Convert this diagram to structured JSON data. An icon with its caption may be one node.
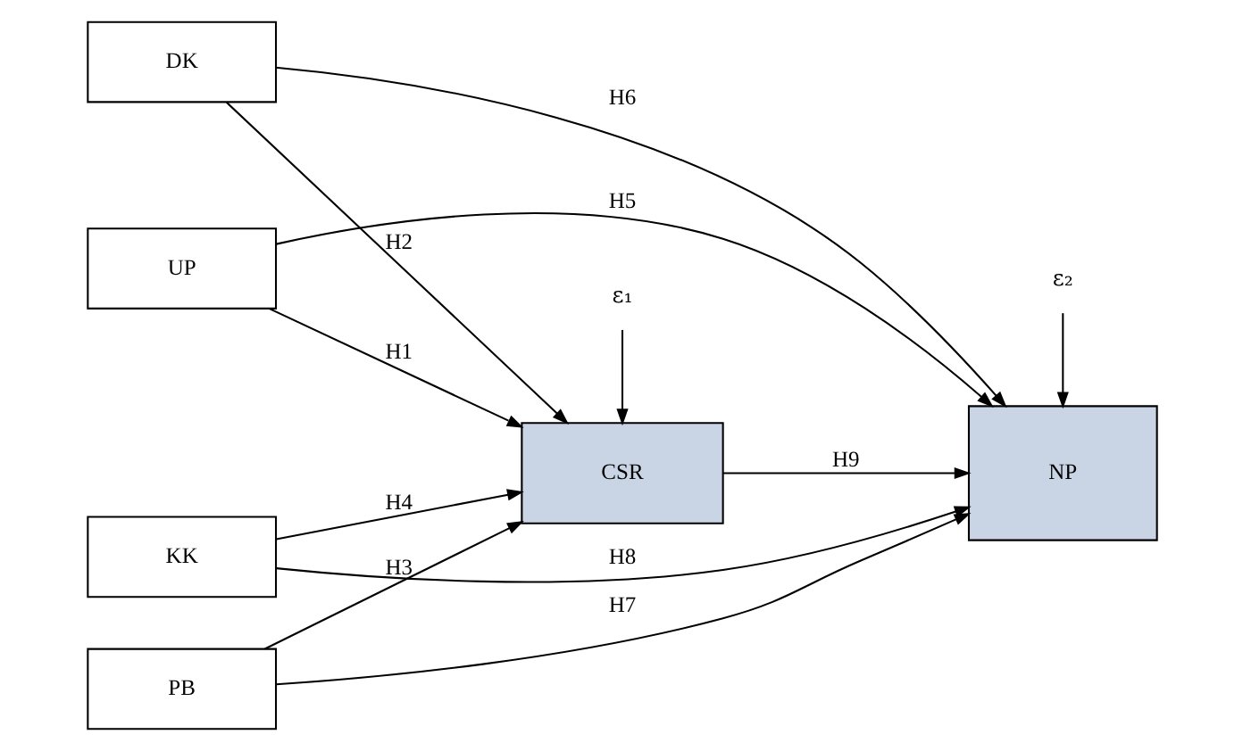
{
  "diagram": {
    "nodes": [
      {
        "text": [
          "UP"
        ]
      },
      {
        "text": [
          "DK"
        ]
      },
      {
        "text": [
          "PB"
        ]
      },
      {
        "text": [
          "KK"
        ]
      },
      {
        "text": [
          "CSR"
        ]
      },
      {
        "text": [
          "NP"
        ]
      },
      {
        "text": [
          "ε₁"
        ]
      },
      {
        "text": [
          "ε₂"
        ]
      }
    ],
    "edges": [
      {
        "from": 0,
        "to": 4,
        "arrow": "to",
        "label": "H1"
      },
      {
        "from": 1,
        "to": 4,
        "arrow": "to",
        "label": "H2"
      },
      {
        "from": 2,
        "to": 4,
        "arrow": "to",
        "label": "H3"
      },
      {
        "from": 3,
        "to": 4,
        "arrow": "to",
        "label": "H4"
      },
      {
        "from": 0,
        "to": 5,
        "arrow": "to",
        "label": "H5"
      },
      {
        "from": 1,
        "to": 5,
        "arrow": "to",
        "label": "H6"
      },
      {
        "from": 2,
        "to": 5,
        "arrow": "to",
        "label": "H7"
      },
      {
        "from": 3,
        "to": 5,
        "arrow": "to",
        "label": "H8"
      },
      {
        "from": 4,
        "to": 5,
        "arrow": "to",
        "label": "H9"
      },
      {
        "from": 6,
        "to": 4,
        "arrow": "to"
      },
      {
        "from": 7,
        "to": 5,
        "arrow": "to"
      }
    ]
  }
}
